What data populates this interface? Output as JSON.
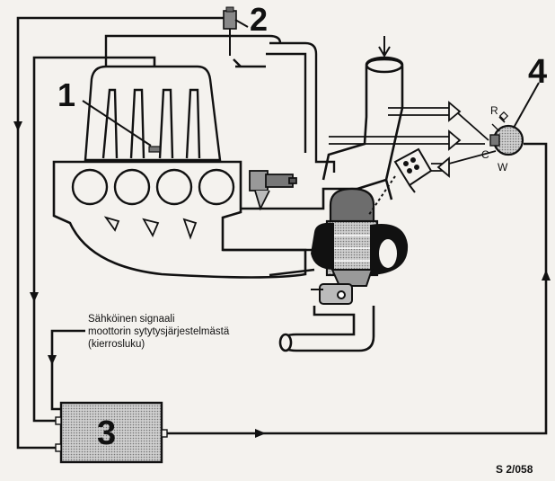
{
  "callouts": {
    "c1": "1",
    "c2": "2",
    "c3": "3",
    "c4": "4"
  },
  "valve_labels": {
    "r": "R",
    "c": "C",
    "w": "W"
  },
  "signal_note": {
    "line1": "Sähköinen signaali",
    "line2": "moottorin sytytysjärjestelmästä",
    "line3": "(kierrosluku)"
  },
  "figure_code": "S 2/058",
  "colors": {
    "ink": "#111111",
    "paper": "#f4f2ee",
    "control_unit_fill": "#b9b9b9"
  }
}
